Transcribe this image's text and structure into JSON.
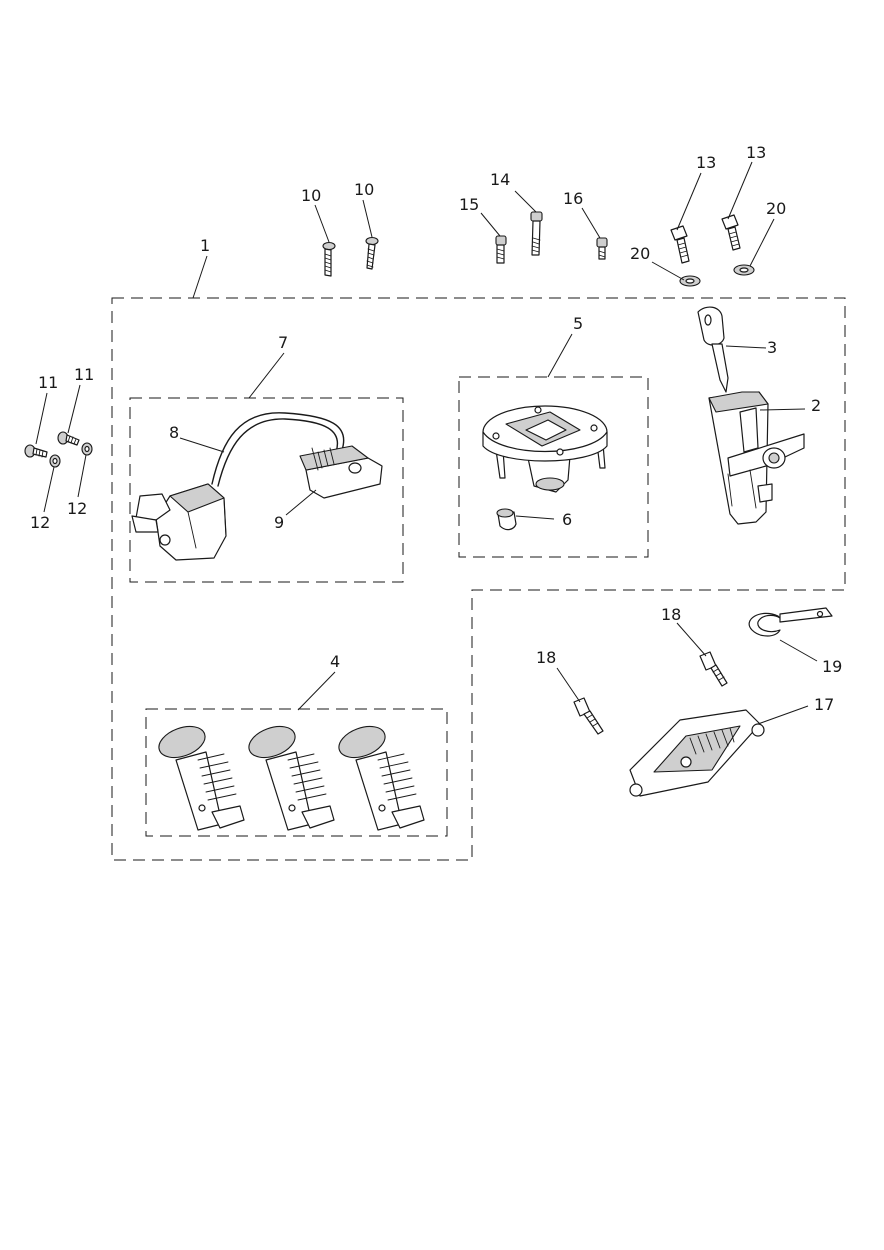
{
  "callouts": {
    "c1": "1",
    "c2": "2",
    "c3": "3",
    "c4": "4",
    "c5": "5",
    "c6": "6",
    "c7": "7",
    "c8": "8",
    "c9": "9",
    "c10a": "10",
    "c10b": "10",
    "c11a": "11",
    "c11b": "11",
    "c12a": "12",
    "c12b": "12",
    "c13a": "13",
    "c13b": "13",
    "c14": "14",
    "c15": "15",
    "c16": "16",
    "c17": "17",
    "c18a": "18",
    "c18b": "18",
    "c19": "19",
    "c20a": "20",
    "c20b": "20"
  },
  "colors": {
    "line": "#1a1a1a",
    "shade": "#cfcfcf",
    "background": "#ffffff"
  }
}
